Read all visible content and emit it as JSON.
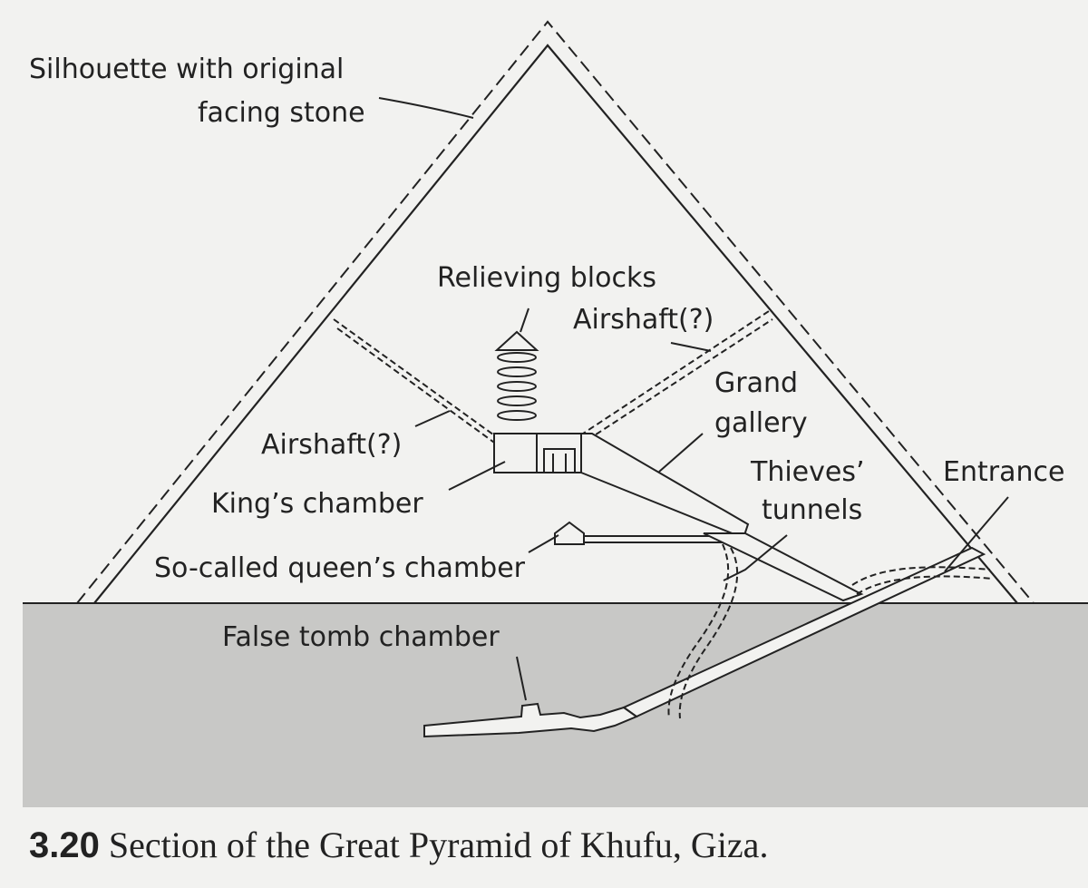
{
  "labels": {
    "silhouette": [
      "Silhouette with original",
      "facing stone"
    ],
    "relieving": "Relieving blocks",
    "airshaft_right": "Airshaft(?)",
    "airshaft_left": "Airshaft(?)",
    "grand_gallery": [
      "Grand",
      "gallery"
    ],
    "kings_chamber": "King’s chamber",
    "thieves_tunnels": [
      "Thieves’",
      "tunnels"
    ],
    "entrance": "Entrance",
    "queens_chamber": "So-called queen’s chamber",
    "false_tomb": "False tomb chamber"
  },
  "caption": {
    "number": "3.20",
    "text": "Section of the Great Pyramid of Khufu, Giza."
  },
  "colors": {
    "ground": "#c8c8c6",
    "background": "#f2f2f0",
    "ink": "#222222"
  }
}
